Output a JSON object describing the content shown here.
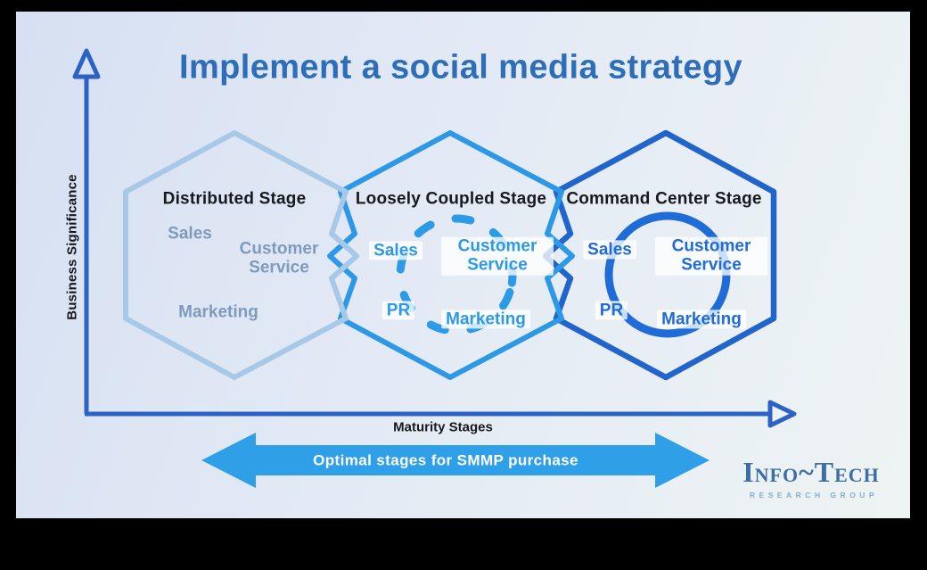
{
  "slide": {
    "title": "Implement a social media strategy",
    "y_axis_label": "Business Significance",
    "x_axis_label": "Maturity Stages",
    "purchase_arrow_label": "Optimal stages for SMMP purchase"
  },
  "stages": [
    {
      "name": "Distributed Stage",
      "departments": {
        "sales": "Sales",
        "customer_service": "Customer Service",
        "marketing": "Marketing"
      }
    },
    {
      "name": "Loosely Coupled Stage",
      "departments": {
        "sales": "Sales",
        "customer_service": "Customer Service",
        "pr": "PR",
        "marketing": "Marketing"
      }
    },
    {
      "name": "Command Center Stage",
      "departments": {
        "sales": "Sales",
        "customer_service": "Customer Service",
        "pr": "PR",
        "marketing": "Marketing"
      }
    }
  ],
  "logo": {
    "brand": "Info~Tech",
    "subtitle": "RESEARCH GROUP"
  },
  "colors": {
    "title_blue": "#2e6eb8",
    "axis_blue": "#2b62c4",
    "stage1_outline": "#a7c8e6",
    "stage1_text": "#7e9bbd",
    "stage2_outline": "#2d98e5",
    "stage2_text": "#2d9ae7",
    "stage3_outline": "#2164cb",
    "stage3_text": "#1f6bd8",
    "purchase_arrow_fill": "#2f9fe8",
    "purchase_arrow_text": "#ffffff",
    "logo_blue": "#3e6da3",
    "background_top": "#d6e0f2",
    "background_bottom": "#eef4f3"
  }
}
